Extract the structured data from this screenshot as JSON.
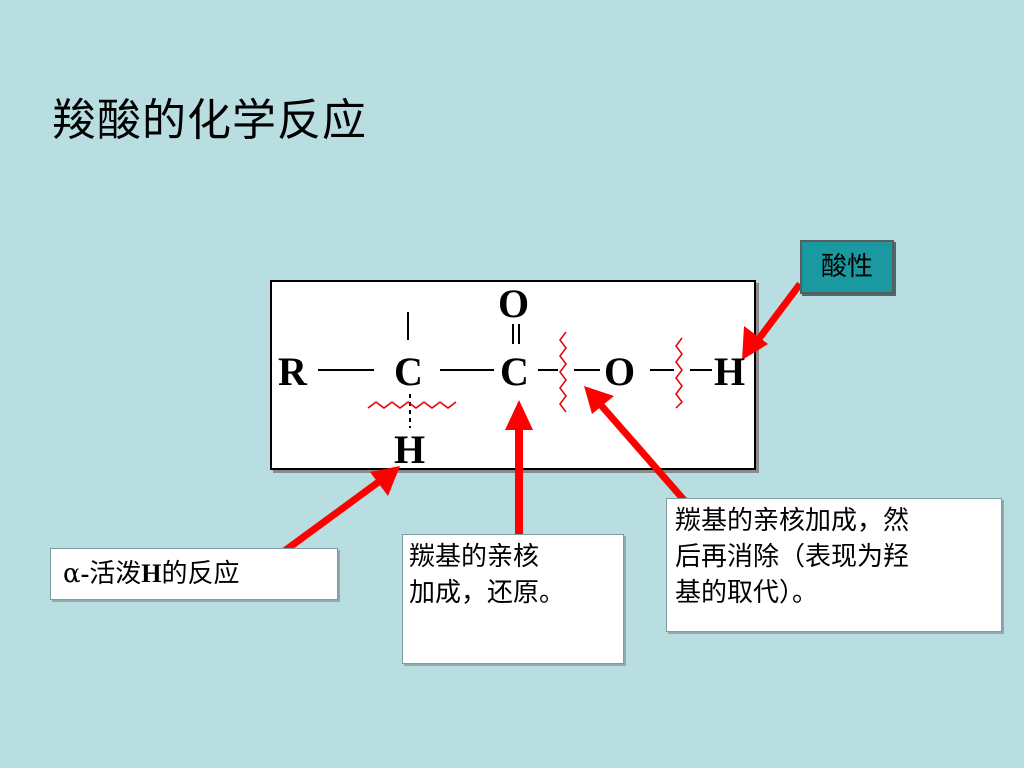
{
  "title": "羧酸的化学反应",
  "formula": {
    "R": "R",
    "C_alpha": "C",
    "H_alpha": "H",
    "C_carbonyl": "C",
    "O_carbonyl": "O",
    "O_hydroxyl": "O",
    "H_hydroxyl": "H"
  },
  "tags": {
    "acidity": "酸性"
  },
  "labels": {
    "alpha_prefix": "α",
    "alpha_dash": "-",
    "alpha_middle": "活泼",
    "alpha_h": "H",
    "alpha_suffix": "的反应",
    "carbonyl_line1": "羰基的亲核",
    "carbonyl_line2": "加成，还原。",
    "substitution_line1": "羰基的亲核加成，然",
    "substitution_line2": "后再消除（表现为羟",
    "substitution_line3": "基的取代）。"
  },
  "colors": {
    "background": "#b9dee2",
    "arrow": "#ff0000",
    "tag_fill": "#1a9aa0"
  }
}
